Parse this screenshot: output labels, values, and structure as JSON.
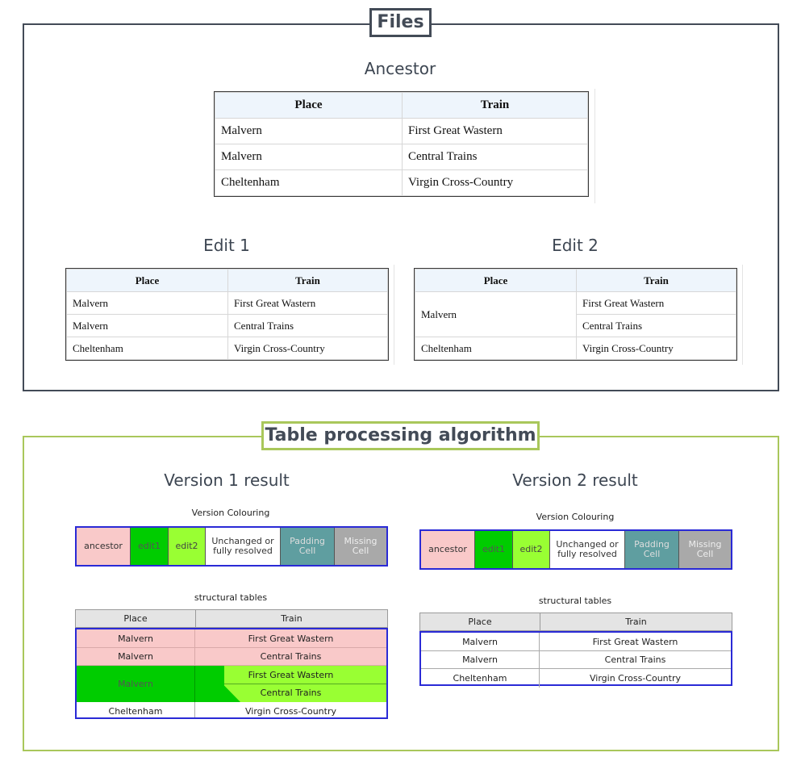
{
  "files": {
    "title": "Files",
    "ancestor": {
      "heading": "Ancestor",
      "headers": [
        "Place",
        "Train"
      ],
      "rows": [
        [
          "Malvern",
          "First Great Wastern"
        ],
        [
          "Malvern",
          "Central Trains"
        ],
        [
          "Cheltenham",
          "Virgin Cross-Country"
        ]
      ]
    },
    "edit1": {
      "heading": "Edit 1",
      "headers": [
        "Place",
        "Train"
      ],
      "rows": [
        [
          "Malvern",
          "First Great Wastern"
        ],
        [
          "Malvern",
          "Central Trains"
        ],
        [
          "Cheltenham",
          "Virgin Cross-Country"
        ]
      ]
    },
    "edit2": {
      "heading": "Edit 2",
      "headers": [
        "Place",
        "Train"
      ],
      "merged_place": "Malvern",
      "trains": [
        "First Great Wastern",
        "Central Trains"
      ],
      "last_row": [
        "Cheltenham",
        "Virgin Cross-Country"
      ]
    }
  },
  "algorithm": {
    "title": "Table processing algorithm",
    "legend_title": "Version Colouring",
    "structural_title": "structural tables",
    "legend": [
      {
        "label": "ancestor",
        "color": "#f9c9c9",
        "text_color": "#333333"
      },
      {
        "label": "edit1",
        "color": "#00cc00",
        "text_color": "#555555"
      },
      {
        "label": "edit2",
        "color": "#99ff33",
        "text_color": "#444444"
      },
      {
        "label": "Unchanged or fully resolved",
        "color": "#ffffff",
        "text_color": "#333333"
      },
      {
        "label": "Padding Cell",
        "color": "#5f9ea0",
        "text_color": "#dddddd"
      },
      {
        "label": "Missing Cell",
        "color": "#a9a9a9",
        "text_color": "#eeeeee"
      }
    ],
    "headers": [
      "Place",
      "Train"
    ],
    "v1": {
      "heading": "Version 1 result",
      "rows": [
        {
          "place": "Malvern",
          "train": "First Great Wastern"
        },
        {
          "place": "Malvern",
          "train": "Central Trains"
        },
        {
          "place": "Malvern",
          "train": "First Great Wastern"
        },
        {
          "train": "Central Trains"
        },
        {
          "place": "Cheltenham",
          "train": "Virgin Cross-Country"
        }
      ]
    },
    "v2": {
      "heading": "Version 2 result",
      "rows": [
        {
          "place": "Malvern",
          "train": "First Great Wastern"
        },
        {
          "place": "Malvern",
          "train": "Central Trains"
        },
        {
          "place": "Cheltenham",
          "train": "Virgin Cross-Country"
        }
      ]
    }
  }
}
